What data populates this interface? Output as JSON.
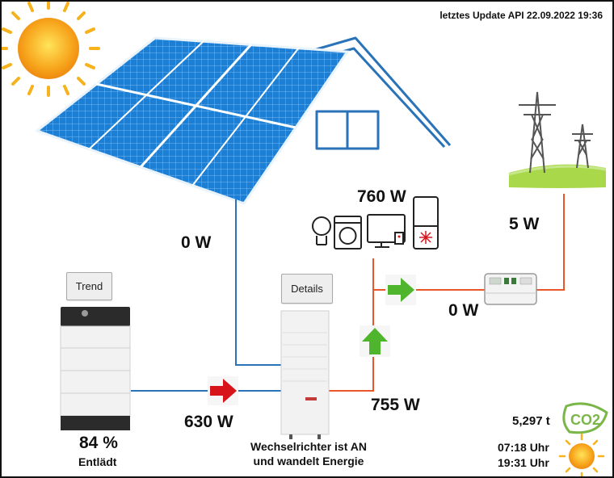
{
  "header": {
    "update_text": "letztes Update API 22.09.2022 19:36"
  },
  "pv": {
    "power": "0 W"
  },
  "consumption": {
    "power": "760 W"
  },
  "grid": {
    "power": "5 W"
  },
  "meter": {
    "power": "0 W"
  },
  "battery": {
    "flow": "630 W",
    "soc": "84 %",
    "state": "Entlädt",
    "trend_label": "Trend"
  },
  "inverter": {
    "output": "755 W",
    "details_label": "Details",
    "status_line1": "Wechselrichter ist AN",
    "status_line2": "und wandelt Energie"
  },
  "co2": {
    "value": "5,297 t",
    "logo_text": "CO2"
  },
  "sun": {
    "sunrise": "07:18 Uhr",
    "sunset": "19:31 Uhr"
  },
  "colors": {
    "flow_line": "#e8562a",
    "pv_line": "#2a73b8",
    "solar_panel": "#1d7fd4",
    "arrow_red": "#d8141b",
    "arrow_green": "#4fb52c",
    "sun": "#f7a51c",
    "grass": "#a9d84a",
    "co2_green": "#7ab648"
  }
}
